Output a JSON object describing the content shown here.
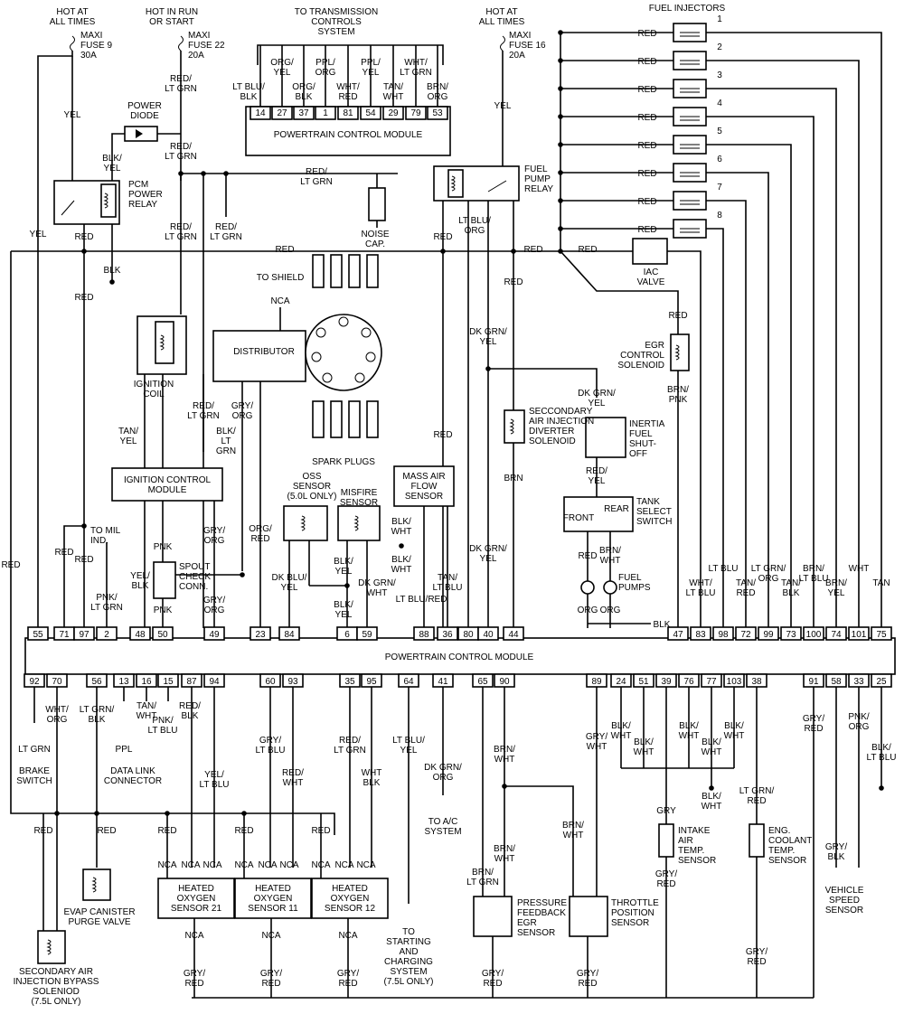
{
  "supplies": {
    "hot_all_times_1": "HOT AT\nALL TIMES",
    "maxi_fuse_9": "MAXI\nFUSE 9\n30A",
    "hot_run_start": "HOT IN RUN\nOR START",
    "maxi_fuse_22": "MAXI\nFUSE 22\n20A",
    "hot_all_times_2": "HOT AT\nALL TIMES",
    "maxi_fuse_16": "MAXI\nFUSE 16\n20A"
  },
  "transmission": {
    "title": "TO TRANSMISSION\nCONTROLS\nSYSTEM",
    "pcm_label": "POWERTRAIN CONTROL MODULE",
    "pins": [
      "14",
      "27",
      "37",
      "1",
      "81",
      "54",
      "29",
      "79",
      "53"
    ],
    "wires_low": [
      "LT BLU/\nBLK",
      "ORG/\nBLK",
      "WHT/\nRED",
      "TAN/\nWHT",
      "BRN/\nORG"
    ],
    "wires_high": [
      "ORG/\nYEL",
      "PPL/\nORG",
      "PPL/\nYEL",
      "WHT/\nLT GRN"
    ]
  },
  "components": {
    "power_diode": "POWER\nDIODE",
    "pcm_power_relay": "PCM\nPOWER\nRELAY",
    "noise_cap": "NOISE\nCAP.",
    "fuel_pump_relay": "FUEL\nPUMP\nRELAY",
    "iac_valve": "IAC\nVALVE",
    "egr_control_solenoid": "EGR\nCONTROL\nSOLENOID",
    "to_shield": "TO SHIELD",
    "nca": "NCA",
    "distributor": "DISTRIBUTOR",
    "ignition_coil": "IGNITION\nCOIL",
    "spark_plugs": "SPARK PLUGS",
    "secondary_air_diverter": "SECCONDARY\nAIR INJECTION\nDIVERTER\nSOLENOID",
    "inertia_switch": "INERTIA\nFUEL\nSHUT-\nOFF",
    "tank_select": "TANK\nSELECT\nSWITCH",
    "tank_front": "FRONT",
    "tank_rear": "REAR",
    "fuel_pumps": "FUEL\nPUMPS",
    "ignition_control_module": "IGNITION CONTROL\nMODULE",
    "spout_check": "SPOUT\nCHECK\nCONN.",
    "oss_sensor": "OSS\nSENSOR\n(5.0L ONLY)",
    "misfire_sensor": "MISFIRE\nSENSOR",
    "mass_air_flow": "MASS AIR\nFLOW\nSENSOR",
    "to_mil": "TO MIL\nIND.",
    "pcm_main": "POWERTRAIN CONTROL MODULE",
    "brake_switch": "BRAKE\nSWITCH",
    "data_link": "DATA LINK\nCONNECTOR",
    "evap_canister": "EVAP CANISTER\nPURGE VALVE",
    "secondary_air_bypass": "SECONDARY AIR\nINJECTION BYPASS\nSOLENIOD\n(7.5L ONLY)",
    "ho2s_21": "HEATED\nOXYGEN\nSENSOR 21",
    "ho2s_11": "HEATED\nOXYGEN\nSENSOR 11",
    "ho2s_12": "HEATED\nOXYGEN\nSENSOR 12",
    "to_starting": "TO\nSTARTING\nAND\nCHARGING\nSYSTEM\n(7.5L ONLY)",
    "to_ac": "TO A/C\nSYSTEM",
    "pressure_egr": "PRESSURE\nFEEDBACK\nEGR\nSENSOR",
    "throttle_position": "THROTTLE\nPOSITION\nSENSOR",
    "intake_air_temp": "INTAKE\nAIR\nTEMP.\nSENSOR",
    "coolant_temp": "ENG.\nCOOLANT\nTEMP.\nSENSOR",
    "vehicle_speed": "VEHICLE\nSPEED\nSENSOR",
    "fuel_injectors": "FUEL INJECTORS"
  },
  "injectors": [
    "1",
    "2",
    "3",
    "4",
    "5",
    "6",
    "7",
    "8"
  ],
  "pins_top": [
    "55",
    "71",
    "97",
    "2",
    "48",
    "50",
    "49",
    "23",
    "84",
    "6",
    "59",
    "88",
    "36",
    "80",
    "40",
    "44",
    "47",
    "83",
    "98",
    "72",
    "99",
    "73",
    "100",
    "74",
    "101",
    "75"
  ],
  "pins_bottom": [
    "92",
    "70",
    "56",
    "13",
    "16",
    "15",
    "87",
    "94",
    "60",
    "93",
    "35",
    "95",
    "64",
    "41",
    "65",
    "90",
    "89",
    "24",
    "51",
    "39",
    "76",
    "77",
    "103",
    "38",
    "91",
    "58",
    "33",
    "25"
  ],
  "wire_labels": {
    "yel": "YEL",
    "red": "RED",
    "blk": "BLK",
    "blk_yel": "BLK/\nYEL",
    "red_ltgrn": "RED/\nLT GRN",
    "ltblu_org": "LT BLU/\nORG",
    "dkgrn_yel": "DK GRN/\nYEL",
    "brn_pnk": "BRN/\nPNK",
    "red_yel": "RED/\nYEL",
    "brn_wht": "BRN/\nWHT",
    "tan_yel": "TAN/\nYEL",
    "gry_org": "GRY/\nORG",
    "blk_ltgrn": "BLK/\nLT\nGRN",
    "pnk": "PNK",
    "yel_blk": "YEL/\nBLK",
    "pnk_ltgrn": "PNK/\nLT GRN",
    "org_red": "ORG/\nRED",
    "dkblu_yel": "DK BLU/\nYEL",
    "blk_wht": "BLK/\nWHT",
    "dkgrn_wht": "DK GRN/\nWHT",
    "ltblu_red": "LT BLU/RED",
    "tan_ltblu": "TAN/\nLT BLU",
    "brn": "BRN",
    "org": "ORG",
    "wht_ltblu": "WHT/\nLT BLU",
    "lt_blu": "LT BLU",
    "tan_red": "TAN/\nRED",
    "ltgrn_org": "LT GRN/\nORG",
    "tan_blk": "TAN/\nBLK",
    "brn_ltblu": "BRN/\nLT BLU",
    "brn_yel": "BRN/\nYEL",
    "wht": "WHT",
    "tan": "TAN",
    "lt_grn": "LT GRN",
    "wht_org": "WHT/\nORG",
    "ltgrn_blk": "LT GRN/\nBLK",
    "ppl": "PPL",
    "tan_wht": "TAN/\nWHT",
    "pnk_ltblu": "PNK/\nLT BLU",
    "red_blk": "RED/\nBLK",
    "yel_ltblu": "YEL/\nLT BLU",
    "gry_ltblu": "GRY/\nLT BLU",
    "red_wht": "RED/\nWHT",
    "wht_blk": "WHT\nBLK",
    "ltblu_yel": "LT BLU/\nYEL",
    "dkgrn_org": "DK GRN/\nORG",
    "brn_ltgrn": "BRN/\nLT GRN",
    "gry_wht": "GRY/\nWHT",
    "gry": "GRY",
    "gry_red": "GRY/\nRED",
    "ltgrn_red": "LT GRN/\nRED",
    "gry_blk": "GRY/\nBLK",
    "pnk_org": "PNK/\nORG",
    "blk_ltblu": "BLK/\nLT BLU"
  }
}
